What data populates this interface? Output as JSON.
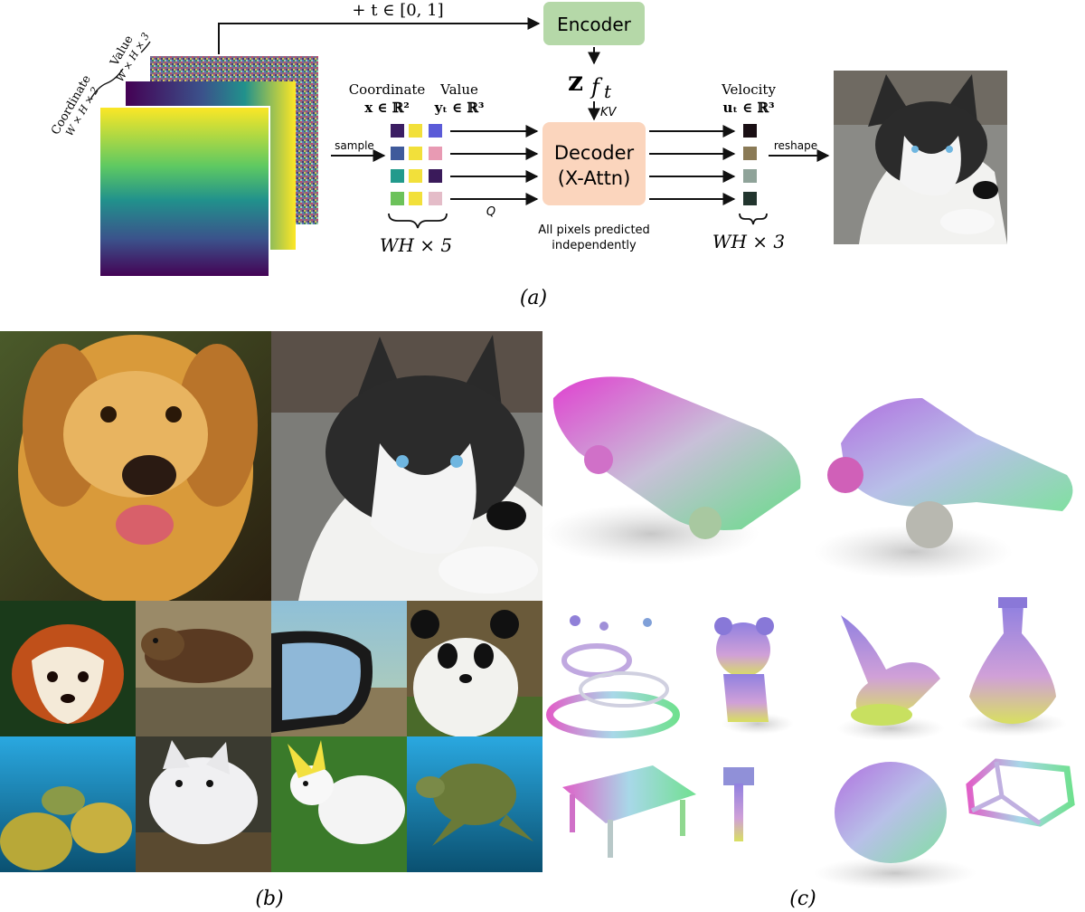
{
  "panel_a": {
    "t_label": "+ t ∈ [0, 1]",
    "encoder_label": "Encoder",
    "latent_label": "z",
    "latent_sub": "f",
    "latent_subsub": "t",
    "kv_label": "KV",
    "q_label": "Q",
    "sample_label": "sample",
    "reshape_label": "reshape",
    "decoder_line1": "Decoder",
    "decoder_line2": "(X-Attn)",
    "coord_head": "Coordinate",
    "coord_math": "x ∈ ℝ²",
    "value_head": "Value",
    "value_math": "yₜ ∈ ℝ³",
    "velocity_head": "Velocity",
    "velocity_math": "uₜ ∈ ℝ³",
    "wh5_label": "WH × 5",
    "wh3_label": "WH × 3",
    "independent_line1": "All pixels predicted",
    "independent_line2": "independently",
    "stack_coord_label1": "Coordinate",
    "stack_coord_label2": "W × H × 2",
    "stack_value_label1": "Value",
    "stack_value_label2": "W × H × 3",
    "caption": "(a)",
    "token_rows": [
      [
        "#3b1e63",
        "#f2e03a",
        "#5b5bd8"
      ],
      [
        "#3f5a9b",
        "#f2e03a",
        "#e89ab3"
      ],
      [
        "#229a8c",
        "#f2e03a",
        "#3a1a5a"
      ],
      [
        "#6cc25a",
        "#f2e03a",
        "#e4bcc8"
      ]
    ],
    "velocity_colors": [
      "#1a0f14",
      "#8a7a56",
      "#8fa399",
      "#22352e"
    ],
    "colors": {
      "encoder_fill": "#b5d8a8",
      "decoder_fill": "#fbd5bd",
      "viridis_top": "#fde725",
      "viridis_mid": "#21918c",
      "viridis_bottom": "#440154"
    }
  },
  "panel_b": {
    "caption": "(b)",
    "tiles": [
      "golden retriever",
      "husky",
      "red panda",
      "otter",
      "car side mirror",
      "panda",
      "coral reef",
      "arctic fox",
      "cockatoo",
      "sea turtle"
    ]
  },
  "panel_c": {
    "caption": "(c)",
    "objects": [
      "car point cloud",
      "cannon point cloud",
      "ring lamp",
      "teddy figure",
      "bird statue",
      "vase",
      "table",
      "hammer",
      "round cushion",
      "frame"
    ]
  }
}
